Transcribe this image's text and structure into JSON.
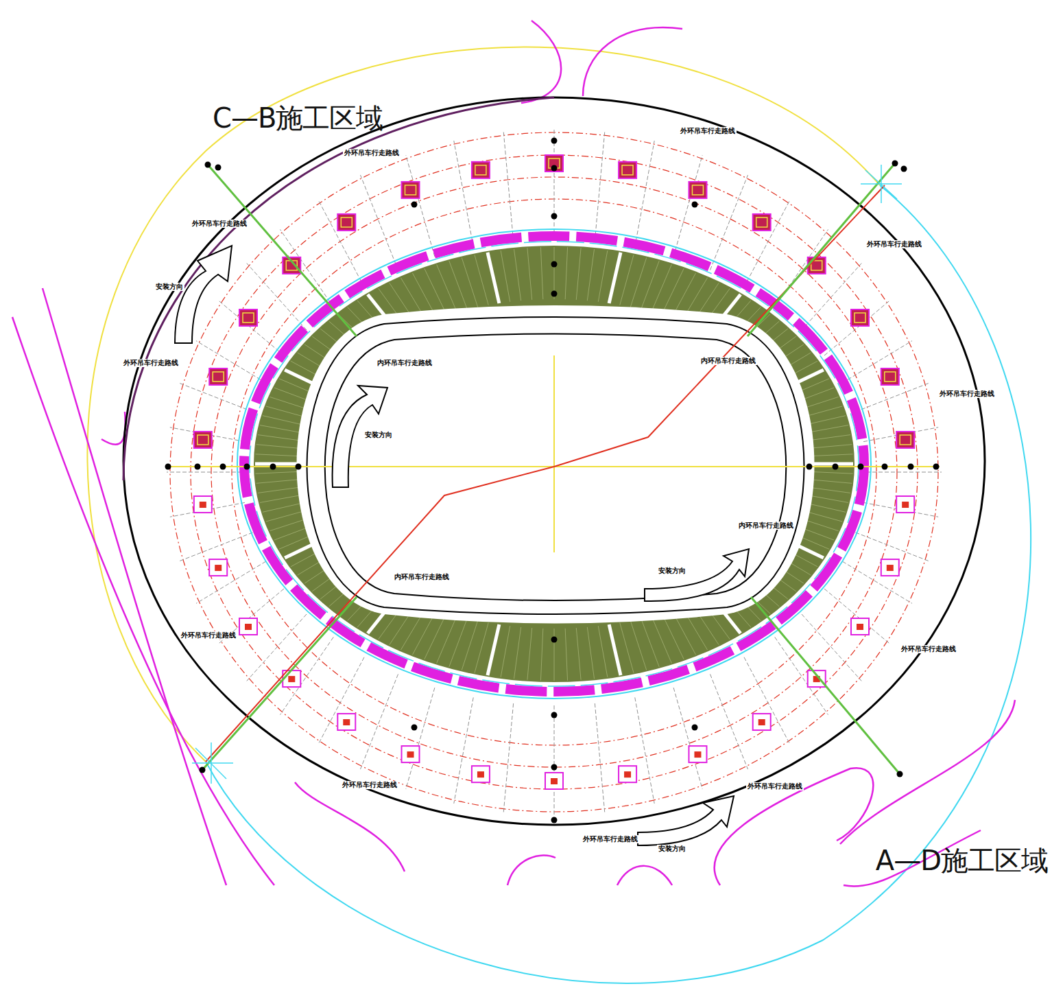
{
  "diagram": {
    "labels": [
      "C—B施工区域",
      "外环吊车行走路线",
      "外环吊车行走路线",
      "外环吊车行走路线",
      "安装方向",
      "外环吊车行走路线",
      "内环吊车行走路线",
      "内环吊车行走路线",
      "外环吊车行走路线",
      "安装方向",
      "外环吊车行走路线",
      "内环吊车行走路线",
      "安装方向",
      "内环吊车行走路线",
      "外环吊车行走路线",
      "外环吊车行走路线",
      "外环吊车行走路线",
      "外环吊车行走路线",
      "外环吊车行走路线",
      "安装方向",
      "A—D施工区域"
    ]
  }
}
